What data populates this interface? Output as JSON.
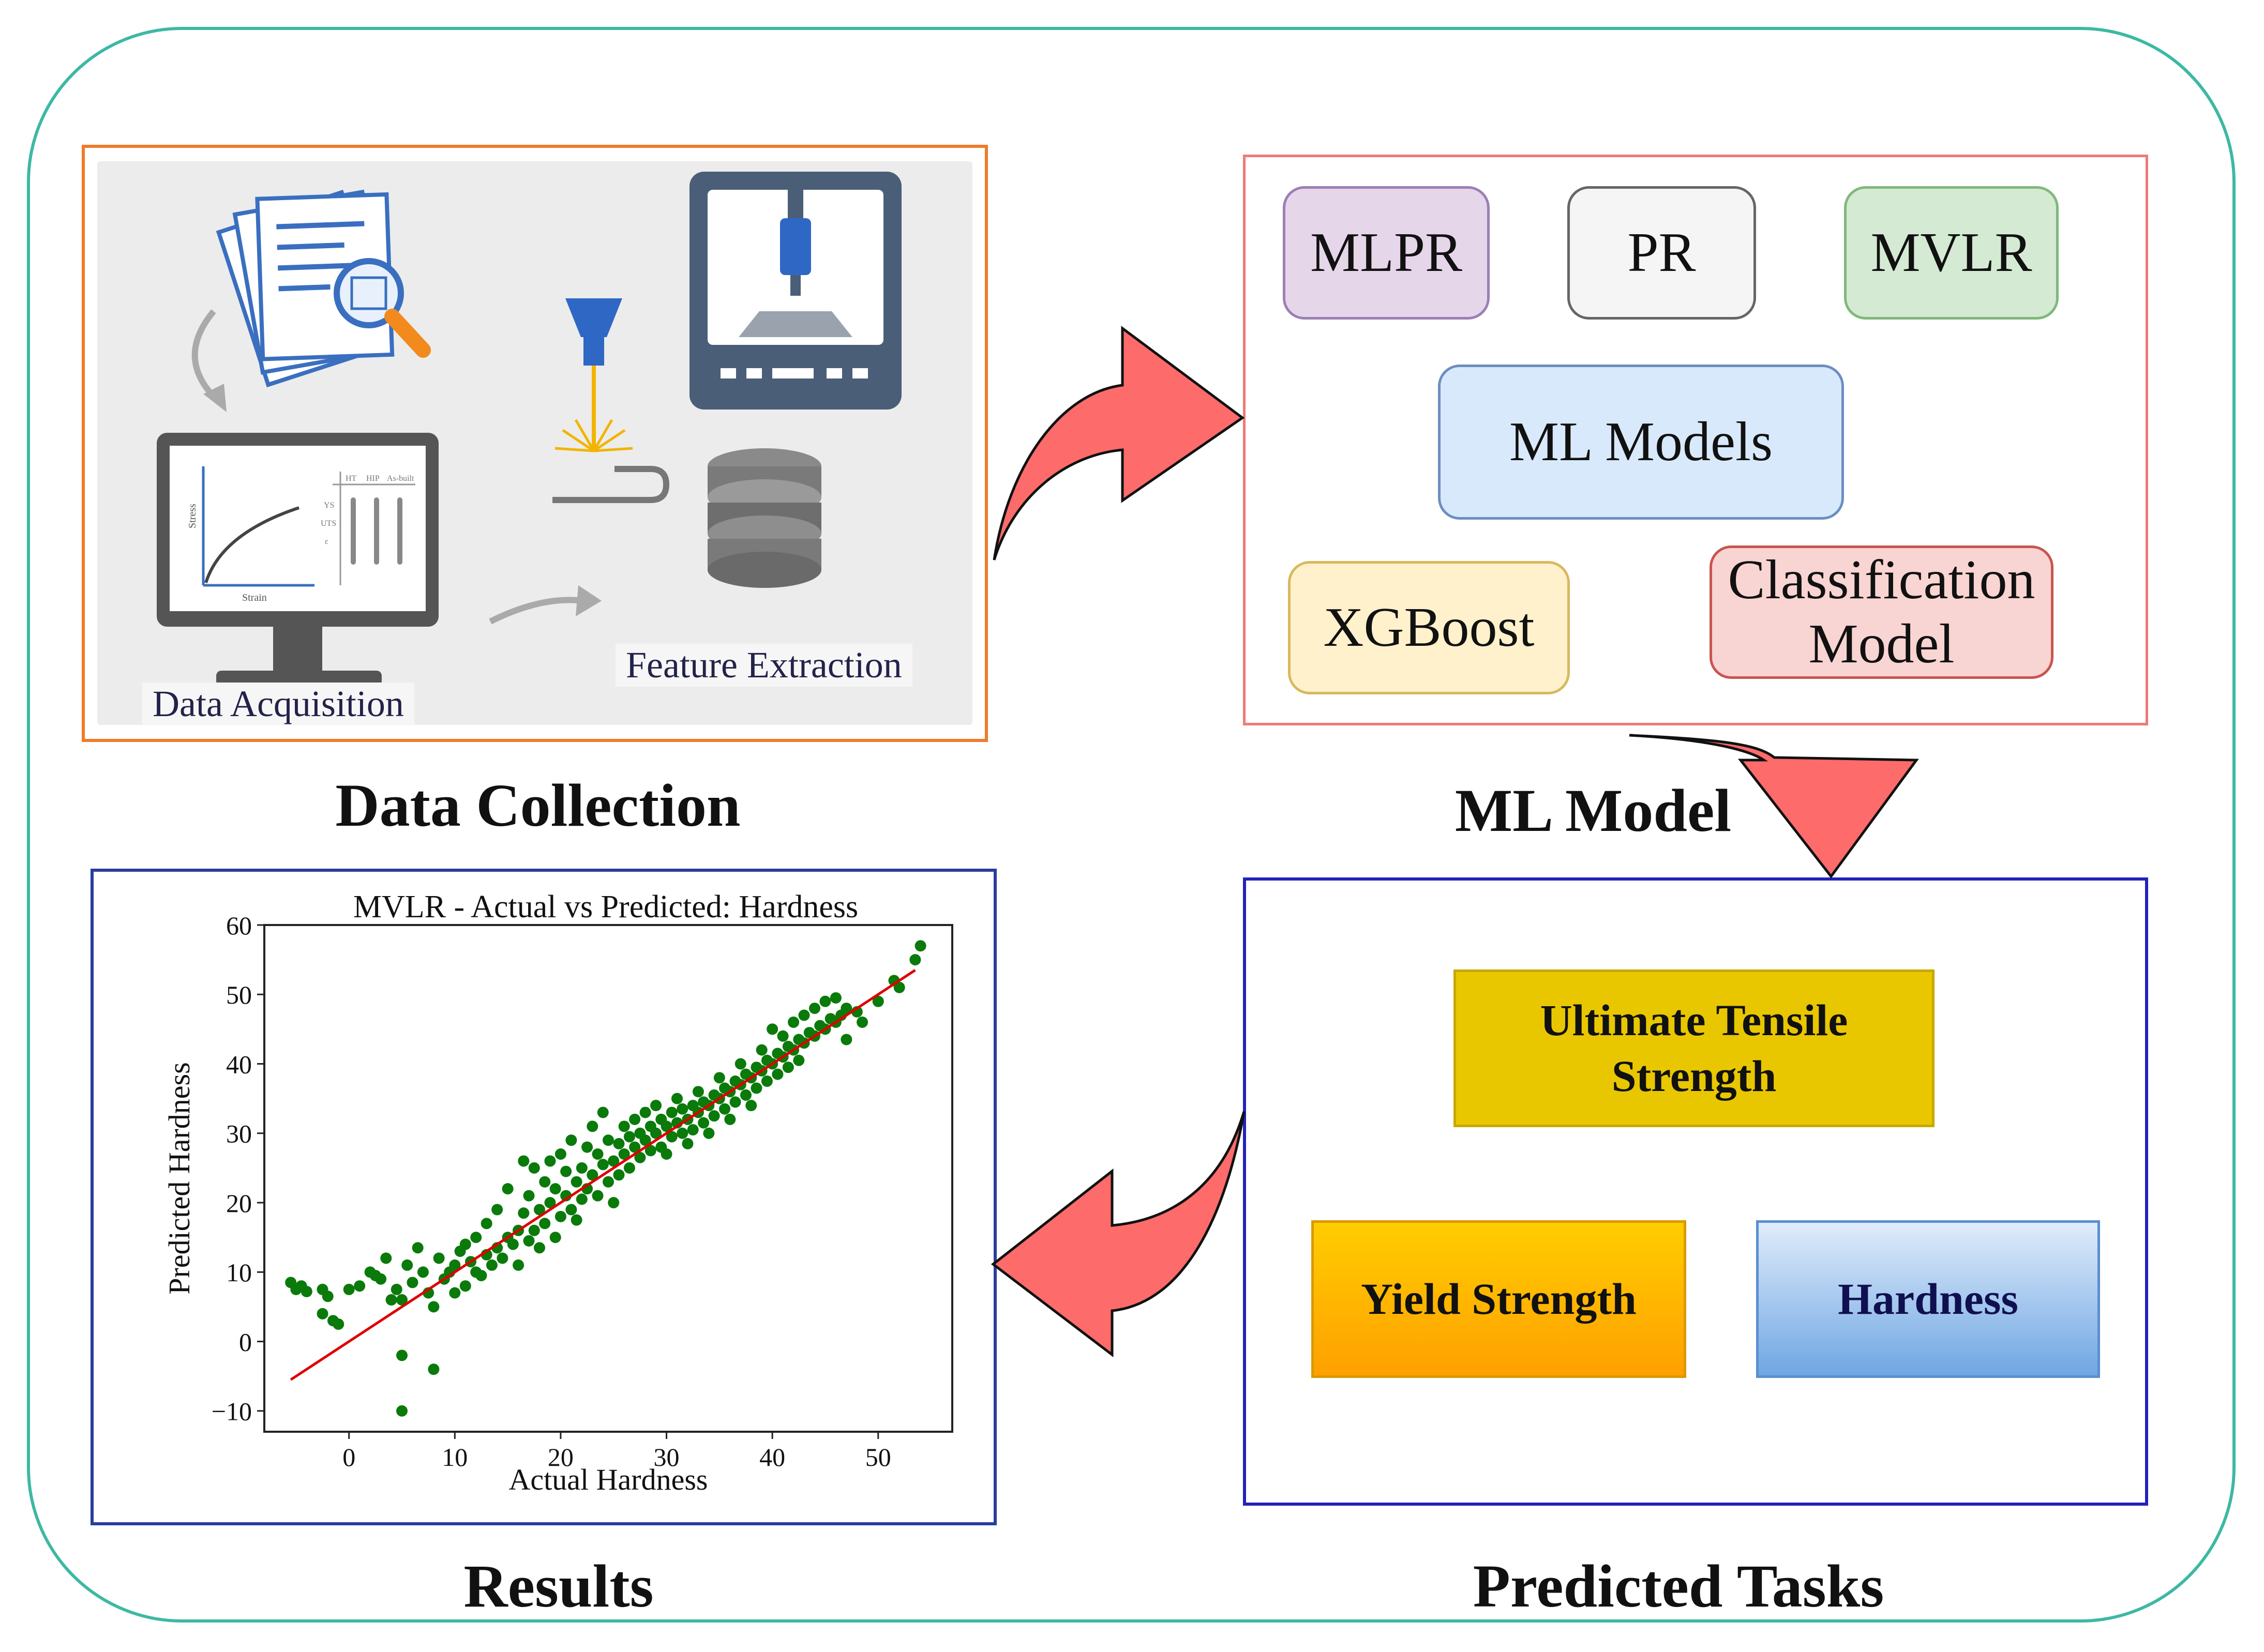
{
  "data_collection": {
    "title": "Data Collection",
    "captions": {
      "acquisition": "Data Acquisition",
      "extraction": "Feature Extraction"
    },
    "icons": [
      "documents-magnifier-icon",
      "monitor-stress-strain-icon",
      "laser-deposition-icon",
      "3d-printer-icon",
      "database-icon"
    ],
    "screen_labels": {
      "stress": "Stress",
      "strain": "Strain",
      "cols": [
        "HT",
        "HIP",
        "As-built"
      ],
      "rows": [
        "YS",
        "UTS",
        "ε"
      ]
    }
  },
  "ml_model": {
    "title": "ML Model",
    "center": "ML Models",
    "models": [
      {
        "key": "mlpr",
        "label": "MLPR",
        "fill": "#e6d6ea",
        "border": "#9c7fb3"
      },
      {
        "key": "pr",
        "label": "PR",
        "fill": "#f5f5f5",
        "border": "#666666"
      },
      {
        "key": "mvlr",
        "label": "MVLR",
        "fill": "#d4ead3",
        "border": "#80b87c"
      },
      {
        "key": "xgboost",
        "label": "XGBoost",
        "fill": "#fff1cc",
        "border": "#d9b85e"
      },
      {
        "key": "classification",
        "label": "Classification Model",
        "fill": "#f8d4d2",
        "border": "#c9544f"
      }
    ],
    "center_colors": {
      "fill": "#d8e9fb",
      "border": "#6c8ebf"
    }
  },
  "predicted_tasks": {
    "title": "Predicted Tasks",
    "tasks": [
      {
        "key": "uts",
        "label": "Ultimate Tensile Strength"
      },
      {
        "key": "ys",
        "label": "Yield Strength"
      },
      {
        "key": "hardness",
        "label": "Hardness"
      }
    ]
  },
  "results": {
    "title": "Results"
  },
  "arrows": {
    "fill": "#fd6b6b",
    "stroke": "#111111"
  },
  "frame_color": "#3db8a4",
  "chart_data": {
    "type": "scatter",
    "title": "MVLR - Actual vs Predicted: Hardness",
    "xlabel": "Actual Hardness",
    "ylabel": "Predicted Hardness",
    "xlim": [
      -8,
      57
    ],
    "ylim": [
      -13,
      60
    ],
    "xticks": [
      0,
      10,
      20,
      30,
      40,
      50
    ],
    "yticks": [
      -10,
      0,
      10,
      20,
      30,
      40,
      50,
      60
    ],
    "point_color": "#0a7a0a",
    "fit_line": {
      "color": "#dd0000",
      "x": [
        -5.5,
        53.5
      ],
      "y": [
        -5.5,
        53.5
      ]
    },
    "points": [
      [
        -5.5,
        8.5
      ],
      [
        -5,
        7.5
      ],
      [
        -4.5,
        8
      ],
      [
        -4,
        7.2
      ],
      [
        -2.5,
        7.5
      ],
      [
        -2,
        6.5
      ],
      [
        -2.5,
        4
      ],
      [
        -1.5,
        3
      ],
      [
        -1,
        2.5
      ],
      [
        0,
        7.5
      ],
      [
        1,
        8
      ],
      [
        2,
        10
      ],
      [
        2.5,
        9.5
      ],
      [
        3,
        9
      ],
      [
        3.5,
        12
      ],
      [
        4,
        6
      ],
      [
        4.5,
        7.5
      ],
      [
        5,
        6
      ],
      [
        5,
        -10
      ],
      [
        5,
        -2
      ],
      [
        5.5,
        11
      ],
      [
        6,
        8.5
      ],
      [
        6.5,
        13.5
      ],
      [
        7,
        10
      ],
      [
        7.5,
        7
      ],
      [
        8,
        5
      ],
      [
        8,
        -4
      ],
      [
        8.5,
        12
      ],
      [
        9,
        9
      ],
      [
        9.5,
        10
      ],
      [
        10,
        11
      ],
      [
        10,
        7
      ],
      [
        10.5,
        13
      ],
      [
        11,
        8
      ],
      [
        11,
        14
      ],
      [
        11.5,
        11.5
      ],
      [
        12,
        10
      ],
      [
        12,
        15
      ],
      [
        12.5,
        9.5
      ],
      [
        13,
        12.5
      ],
      [
        13,
        17
      ],
      [
        13.5,
        11
      ],
      [
        14,
        13.5
      ],
      [
        14,
        19
      ],
      [
        14.5,
        12
      ],
      [
        15,
        15
      ],
      [
        15,
        22
      ],
      [
        15.5,
        14
      ],
      [
        16,
        16
      ],
      [
        16,
        11
      ],
      [
        16.5,
        18.5
      ],
      [
        16.5,
        26
      ],
      [
        17,
        14.5
      ],
      [
        17,
        21
      ],
      [
        17.5,
        16
      ],
      [
        17.5,
        25
      ],
      [
        18,
        19
      ],
      [
        18,
        13.5
      ],
      [
        18.5,
        23
      ],
      [
        18.5,
        17
      ],
      [
        19,
        20
      ],
      [
        19,
        26
      ],
      [
        19.5,
        15
      ],
      [
        19.5,
        22
      ],
      [
        20,
        18
      ],
      [
        20,
        27
      ],
      [
        20.5,
        21
      ],
      [
        20.5,
        24.5
      ],
      [
        21,
        19
      ],
      [
        21,
        29
      ],
      [
        21.5,
        23
      ],
      [
        21.5,
        17.5
      ],
      [
        22,
        25
      ],
      [
        22,
        20.5
      ],
      [
        22.5,
        28
      ],
      [
        22.5,
        22
      ],
      [
        23,
        24
      ],
      [
        23,
        31
      ],
      [
        23.5,
        21
      ],
      [
        23.5,
        27
      ],
      [
        24,
        25.5
      ],
      [
        24,
        33
      ],
      [
        24.5,
        23
      ],
      [
        24.5,
        29
      ],
      [
        25,
        26
      ],
      [
        25,
        20
      ],
      [
        25.5,
        28.5
      ],
      [
        25.5,
        24
      ],
      [
        26,
        27
      ],
      [
        26,
        31
      ],
      [
        26.5,
        25
      ],
      [
        26.5,
        29.5
      ],
      [
        27,
        28
      ],
      [
        27,
        32
      ],
      [
        27.5,
        26.5
      ],
      [
        27.5,
        30
      ],
      [
        28,
        29
      ],
      [
        28,
        33
      ],
      [
        28.5,
        27.5
      ],
      [
        28.5,
        31
      ],
      [
        29,
        30
      ],
      [
        29,
        34
      ],
      [
        29.5,
        28
      ],
      [
        29.5,
        32
      ],
      [
        30,
        31
      ],
      [
        30,
        27
      ],
      [
        30.5,
        33
      ],
      [
        30.5,
        29.5
      ],
      [
        31,
        31.5
      ],
      [
        31,
        35
      ],
      [
        31.5,
        30
      ],
      [
        31.5,
        33.5
      ],
      [
        32,
        32
      ],
      [
        32,
        28.5
      ],
      [
        32.5,
        34
      ],
      [
        32.5,
        30.5
      ],
      [
        33,
        33
      ],
      [
        33,
        36
      ],
      [
        33.5,
        31.5
      ],
      [
        33.5,
        34.5
      ],
      [
        34,
        34
      ],
      [
        34,
        30
      ],
      [
        34.5,
        35.5
      ],
      [
        34.5,
        32.5
      ],
      [
        35,
        35
      ],
      [
        35,
        38
      ],
      [
        35.5,
        33.5
      ],
      [
        35.5,
        36.5
      ],
      [
        36,
        36
      ],
      [
        36,
        32
      ],
      [
        36.5,
        37.5
      ],
      [
        36.5,
        34.5
      ],
      [
        37,
        37
      ],
      [
        37,
        40
      ],
      [
        37.5,
        35.5
      ],
      [
        37.5,
        38.5
      ],
      [
        38,
        38
      ],
      [
        38,
        34
      ],
      [
        38.5,
        39.5
      ],
      [
        38.5,
        36.5
      ],
      [
        39,
        39
      ],
      [
        39,
        42
      ],
      [
        39.5,
        37.5
      ],
      [
        39.5,
        40.5
      ],
      [
        40,
        40
      ],
      [
        40,
        45
      ],
      [
        40.5,
        41.5
      ],
      [
        40.5,
        38.5
      ],
      [
        41,
        41
      ],
      [
        41,
        44
      ],
      [
        41.5,
        39.5
      ],
      [
        41.5,
        42.5
      ],
      [
        42,
        42
      ],
      [
        42,
        46
      ],
      [
        42.5,
        43.5
      ],
      [
        42.5,
        40.5
      ],
      [
        43,
        43
      ],
      [
        43,
        47
      ],
      [
        43.5,
        44.5
      ],
      [
        44,
        44
      ],
      [
        44,
        48
      ],
      [
        44.5,
        45.5
      ],
      [
        45,
        45
      ],
      [
        45,
        49
      ],
      [
        45.5,
        46.5
      ],
      [
        46,
        46
      ],
      [
        46,
        49.5
      ],
      [
        46.5,
        47
      ],
      [
        47,
        48
      ],
      [
        47,
        43.5
      ],
      [
        48,
        47.5
      ],
      [
        48.5,
        46
      ],
      [
        50,
        49
      ],
      [
        51.5,
        52
      ],
      [
        52,
        51
      ],
      [
        53.5,
        55
      ],
      [
        54,
        57
      ]
    ]
  }
}
